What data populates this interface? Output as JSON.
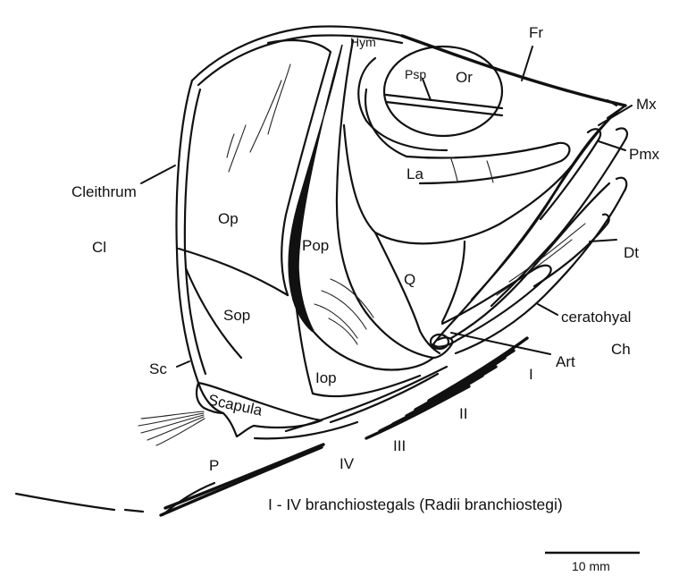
{
  "labels": {
    "fr": "Fr",
    "hym": "Hym",
    "psp": "Psp",
    "or": "Or",
    "mx": "Mx",
    "pmx": "Pmx",
    "la": "La",
    "cleithrum": "Cleithrum",
    "cl": "Cl",
    "op": "Op",
    "pop": "Pop",
    "dt": "Dt",
    "q": "Q",
    "sop": "Sop",
    "ceratohyal": "ceratohyal",
    "ch": "Ch",
    "art": "Art",
    "sc": "Sc",
    "iop": "Iop",
    "r1": "I",
    "scapula": "Scapula",
    "r2": "II",
    "r3": "III",
    "r4": "IV",
    "p": "P"
  },
  "caption": "I - IV branchiostegals  (Radii branchiostegi)",
  "scale_bar": {
    "label": "10 mm"
  }
}
